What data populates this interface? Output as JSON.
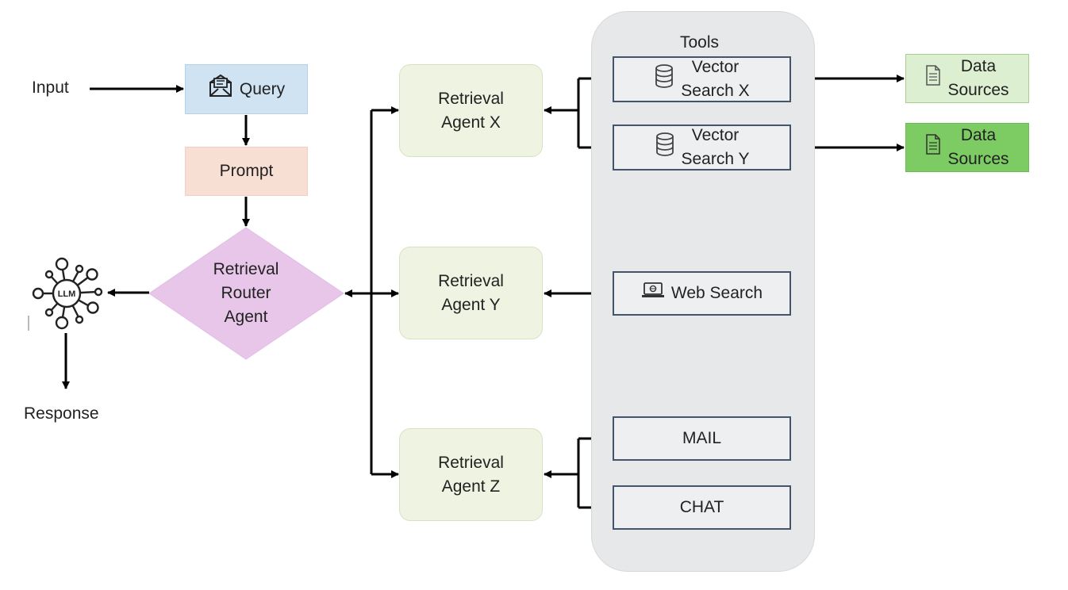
{
  "colors": {
    "query_fill": "#cfe3f3",
    "prompt_fill": "#f7dfd4",
    "router_fill": "#e7c6ea",
    "agent_fill": "#eef3e2",
    "tools_panel_fill": "#e7e8e9",
    "tool_border": "#44546a",
    "data_source_light": "#dcefd0",
    "data_source_dark": "#7ccb63",
    "arrow": "#000000"
  },
  "input_label": "Input",
  "query": {
    "label": "Query",
    "icon": "envelope-icon"
  },
  "prompt": {
    "label": "Prompt"
  },
  "router": {
    "label": "Retrieval\nRouter\nAgent"
  },
  "llm": {
    "label": "LLM",
    "icon": "llm-network-icon"
  },
  "response_label": "Response",
  "tools_title": "Tools",
  "agents": [
    {
      "label": "Retrieval\nAgent X"
    },
    {
      "label": "Retrieval\nAgent Y"
    },
    {
      "label": "Retrieval\nAgent Z"
    }
  ],
  "tools": [
    {
      "label": "Vector\nSearch X",
      "icon": "database-icon"
    },
    {
      "label": "Vector\nSearch Y",
      "icon": "database-icon"
    },
    {
      "label": "Web Search",
      "icon": "laptop-icon"
    },
    {
      "label": "MAIL"
    },
    {
      "label": "CHAT"
    }
  ],
  "data_sources": [
    {
      "label": "Data\nSources",
      "icon": "document-icon"
    },
    {
      "label": "Data\nSources",
      "icon": "document-icon"
    }
  ]
}
